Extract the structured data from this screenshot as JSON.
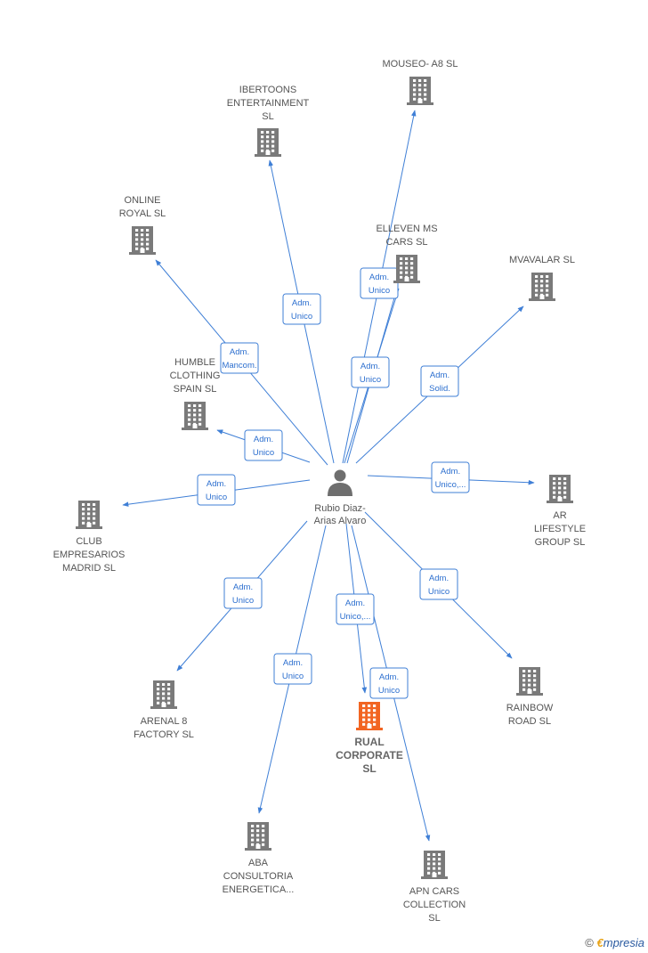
{
  "center": {
    "name": [
      "Rubio Diaz-",
      "Arias Alvaro"
    ],
    "icon": "person-icon"
  },
  "companies": [
    {
      "id": "mouseo",
      "lines": [
        "MOUSEO- A8  SL"
      ],
      "highlight": false
    },
    {
      "id": "ibertoons",
      "lines": [
        "IBERTOONS",
        "ENTERTAINMENT",
        "SL"
      ],
      "highlight": false
    },
    {
      "id": "online-royal",
      "lines": [
        "ONLINE",
        "ROYAL  SL"
      ],
      "highlight": false
    },
    {
      "id": "elleven",
      "lines": [
        "ELLEVEN MS",
        "CARS  SL"
      ],
      "highlight": false
    },
    {
      "id": "mvavalar",
      "lines": [
        "MVAVALAR  SL"
      ],
      "highlight": false
    },
    {
      "id": "humble",
      "lines": [
        "HUMBLE",
        "CLOTHING",
        "SPAIN  SL"
      ],
      "highlight": false
    },
    {
      "id": "club",
      "lines": [
        "CLUB",
        "EMPRESARIOS",
        "MADRID  SL"
      ],
      "highlight": false
    },
    {
      "id": "ar-lifestyle",
      "lines": [
        "AR",
        "LIFESTYLE",
        "GROUP  SL"
      ],
      "highlight": false
    },
    {
      "id": "arenal",
      "lines": [
        "ARENAL 8",
        "FACTORY  SL"
      ],
      "highlight": false
    },
    {
      "id": "rual",
      "lines": [
        "RUAL",
        "CORPORATE",
        "SL"
      ],
      "highlight": true
    },
    {
      "id": "rainbow",
      "lines": [
        "RAINBOW",
        "ROAD  SL"
      ],
      "highlight": false
    },
    {
      "id": "aba",
      "lines": [
        "ABA",
        "CONSULTORIA",
        "ENERGETICA..."
      ],
      "highlight": false
    },
    {
      "id": "apn",
      "lines": [
        "APN CARS",
        "COLLECTION",
        "SL"
      ],
      "highlight": false
    }
  ],
  "edges": [
    {
      "to": "mouseo",
      "label": [
        "Adm.",
        "Unico"
      ]
    },
    {
      "to": "ibertoons",
      "label": [
        "Adm.",
        "Unico"
      ]
    },
    {
      "to": "online-royal",
      "label": [
        "Adm.",
        "Mancom."
      ]
    },
    {
      "to": "elleven",
      "label": [
        "Adm.",
        "Unico"
      ]
    },
    {
      "to": "mvavalar",
      "label": [
        "Adm.",
        "Solid."
      ]
    },
    {
      "to": "humble",
      "label": [
        "Adm.",
        "Unico"
      ]
    },
    {
      "to": "club",
      "label": [
        "Adm.",
        "Unico"
      ]
    },
    {
      "to": "ar-lifestyle",
      "label": [
        "Adm.",
        "Unico,..."
      ]
    },
    {
      "to": "arenal",
      "label": [
        "Adm.",
        "Unico"
      ]
    },
    {
      "to": "rual",
      "label": [
        "Adm.",
        "Unico,..."
      ]
    },
    {
      "to": "rainbow",
      "label": [
        "Adm.",
        "Unico"
      ]
    },
    {
      "to": "aba",
      "label": [
        "Adm.",
        "Unico"
      ]
    },
    {
      "to": "apn",
      "label": [
        "Adm.",
        "Unico"
      ]
    }
  ],
  "colors": {
    "edge": "#3f7fd6",
    "building": "#7a7a7a",
    "building_highlight": "#f26522",
    "person": "#6e6e6e"
  },
  "footer": {
    "copyright": "©",
    "brand_e": "€",
    "brand_rest": "mpresia"
  }
}
